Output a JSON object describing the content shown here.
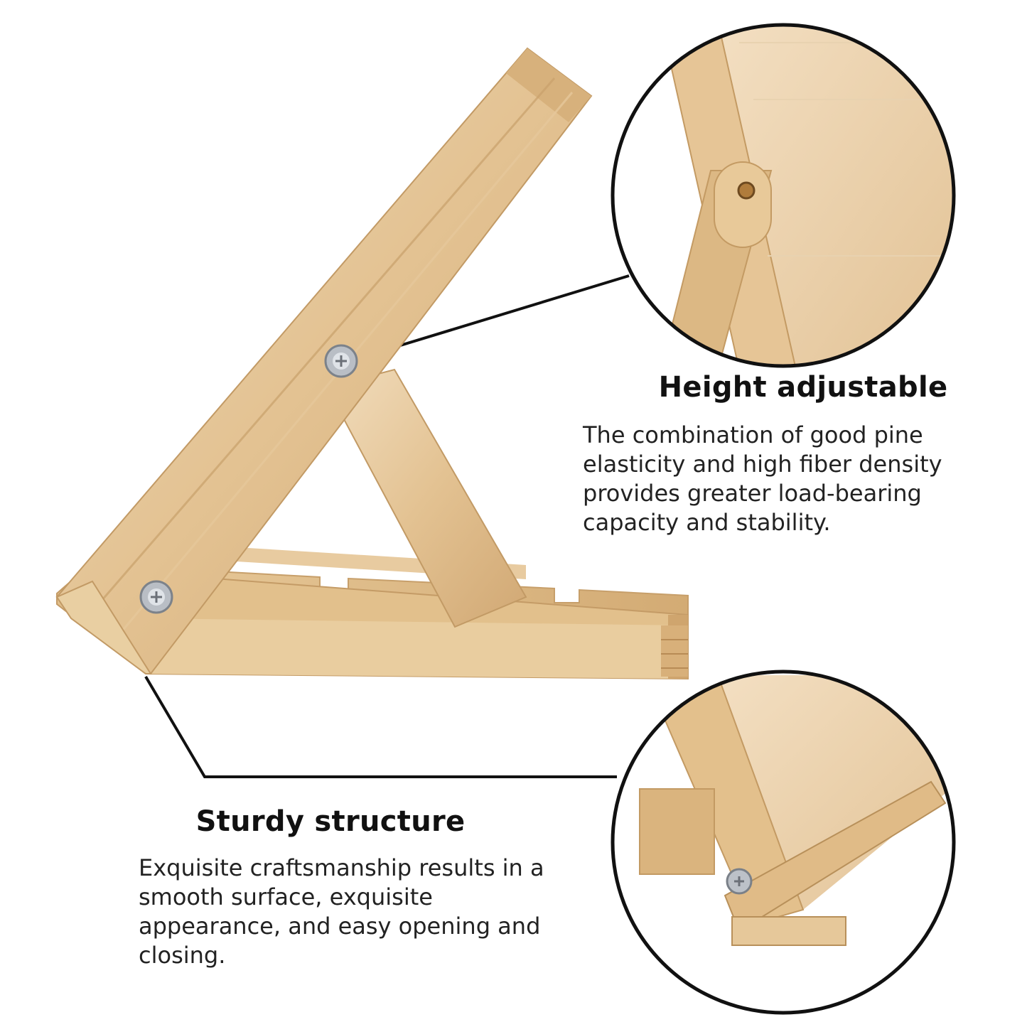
{
  "features": {
    "height": {
      "title": "Height adjustable",
      "body": "The combination of good pine elasticity and high fiber density provides greater load-bearing capacity and stability."
    },
    "sturdy": {
      "title": "Sturdy structure",
      "body": "Exquisite craftsmanship results in a smooth surface, exquisite appearance, and easy opening and closing."
    }
  },
  "colors": {
    "wood_light": "#ecd3ae",
    "wood_mid": "#d9b683",
    "wood_dark": "#b88f5b",
    "outline": "#111111",
    "text": "#1a1a1a"
  }
}
